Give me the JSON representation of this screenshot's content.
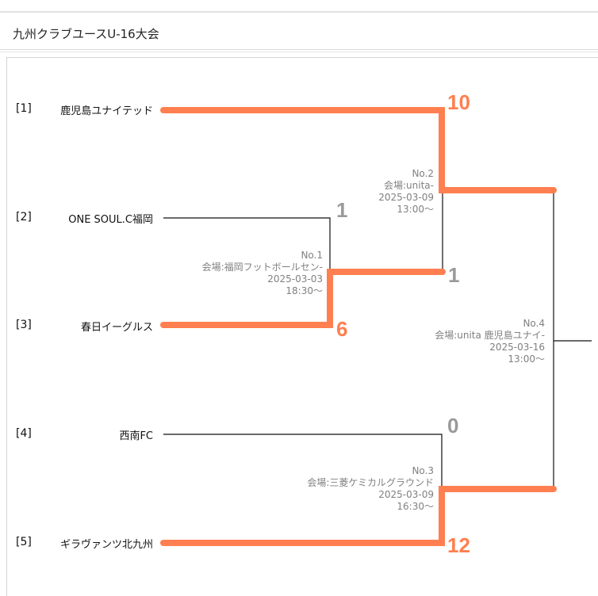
{
  "page": {
    "title": "九州クラブユースU-16大会"
  },
  "colors": {
    "winner_line": "#ff7f50",
    "loser_line": "#111111",
    "info_text": "#808080",
    "loser_score": "#9a9a9a"
  },
  "teams": [
    {
      "seed": "[1]",
      "name": "鹿児島ユナイテッド"
    },
    {
      "seed": "[2]",
      "name": "ONE SOUL.C福岡"
    },
    {
      "seed": "[3]",
      "name": "春日イーグルス"
    },
    {
      "seed": "[4]",
      "name": "西南FC"
    },
    {
      "seed": "[5]",
      "name": "ギラヴァンツ北九州"
    }
  ],
  "matches": {
    "m1": {
      "no": "No.1",
      "venue": "会場:福岡フットボールセン-",
      "date": "2025-03-03",
      "time": "18:30〜",
      "score_top": "1",
      "score_bottom": "6"
    },
    "m2": {
      "no": "No.2",
      "venue": "会場:unita-",
      "date": "2025-03-09",
      "time": "13:00〜",
      "score_top": "10",
      "score_bottom": "1"
    },
    "m3": {
      "no": "No.3",
      "venue": "会場:三菱ケミカルグラウンド",
      "date": "2025-03-09",
      "time": "16:30〜",
      "score_top": "0",
      "score_bottom": "12"
    },
    "m4": {
      "no": "No.4",
      "venue": "会場:unita 鹿児島ユナイ-",
      "date": "2025-03-16",
      "time": "13:00〜"
    }
  }
}
